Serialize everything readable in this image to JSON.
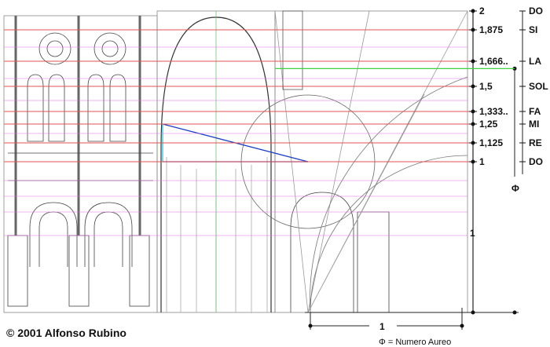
{
  "scale": [
    {
      "value": 2,
      "label": "2",
      "note": "DO"
    },
    {
      "value": 1.875,
      "label": "1,875",
      "note": "SI"
    },
    {
      "value": 1.6667,
      "label": "1,666..",
      "note": "LA"
    },
    {
      "value": 1.5,
      "label": "1,5",
      "note": "SOL"
    },
    {
      "value": 1.3333,
      "label": "1,333..",
      "note": "FA"
    },
    {
      "value": 1.25,
      "label": "1,25",
      "note": "MI"
    },
    {
      "value": 1.125,
      "label": "1,125",
      "note": "RE"
    },
    {
      "value": 1,
      "label": "1",
      "note": "DO"
    }
  ],
  "phi_value": 1.618,
  "phi_symbol": "Φ",
  "unit_vertical_label": "1",
  "unit_horizontal_label": "1",
  "legend": "Φ = Numero Aureo",
  "copyright": "© 2001  Alfonso  Rubino",
  "colors": {
    "ratio_line": "#e05050",
    "pink_line": "#e070e0",
    "phi_line": "#40d040",
    "construction": "#2040c0"
  }
}
